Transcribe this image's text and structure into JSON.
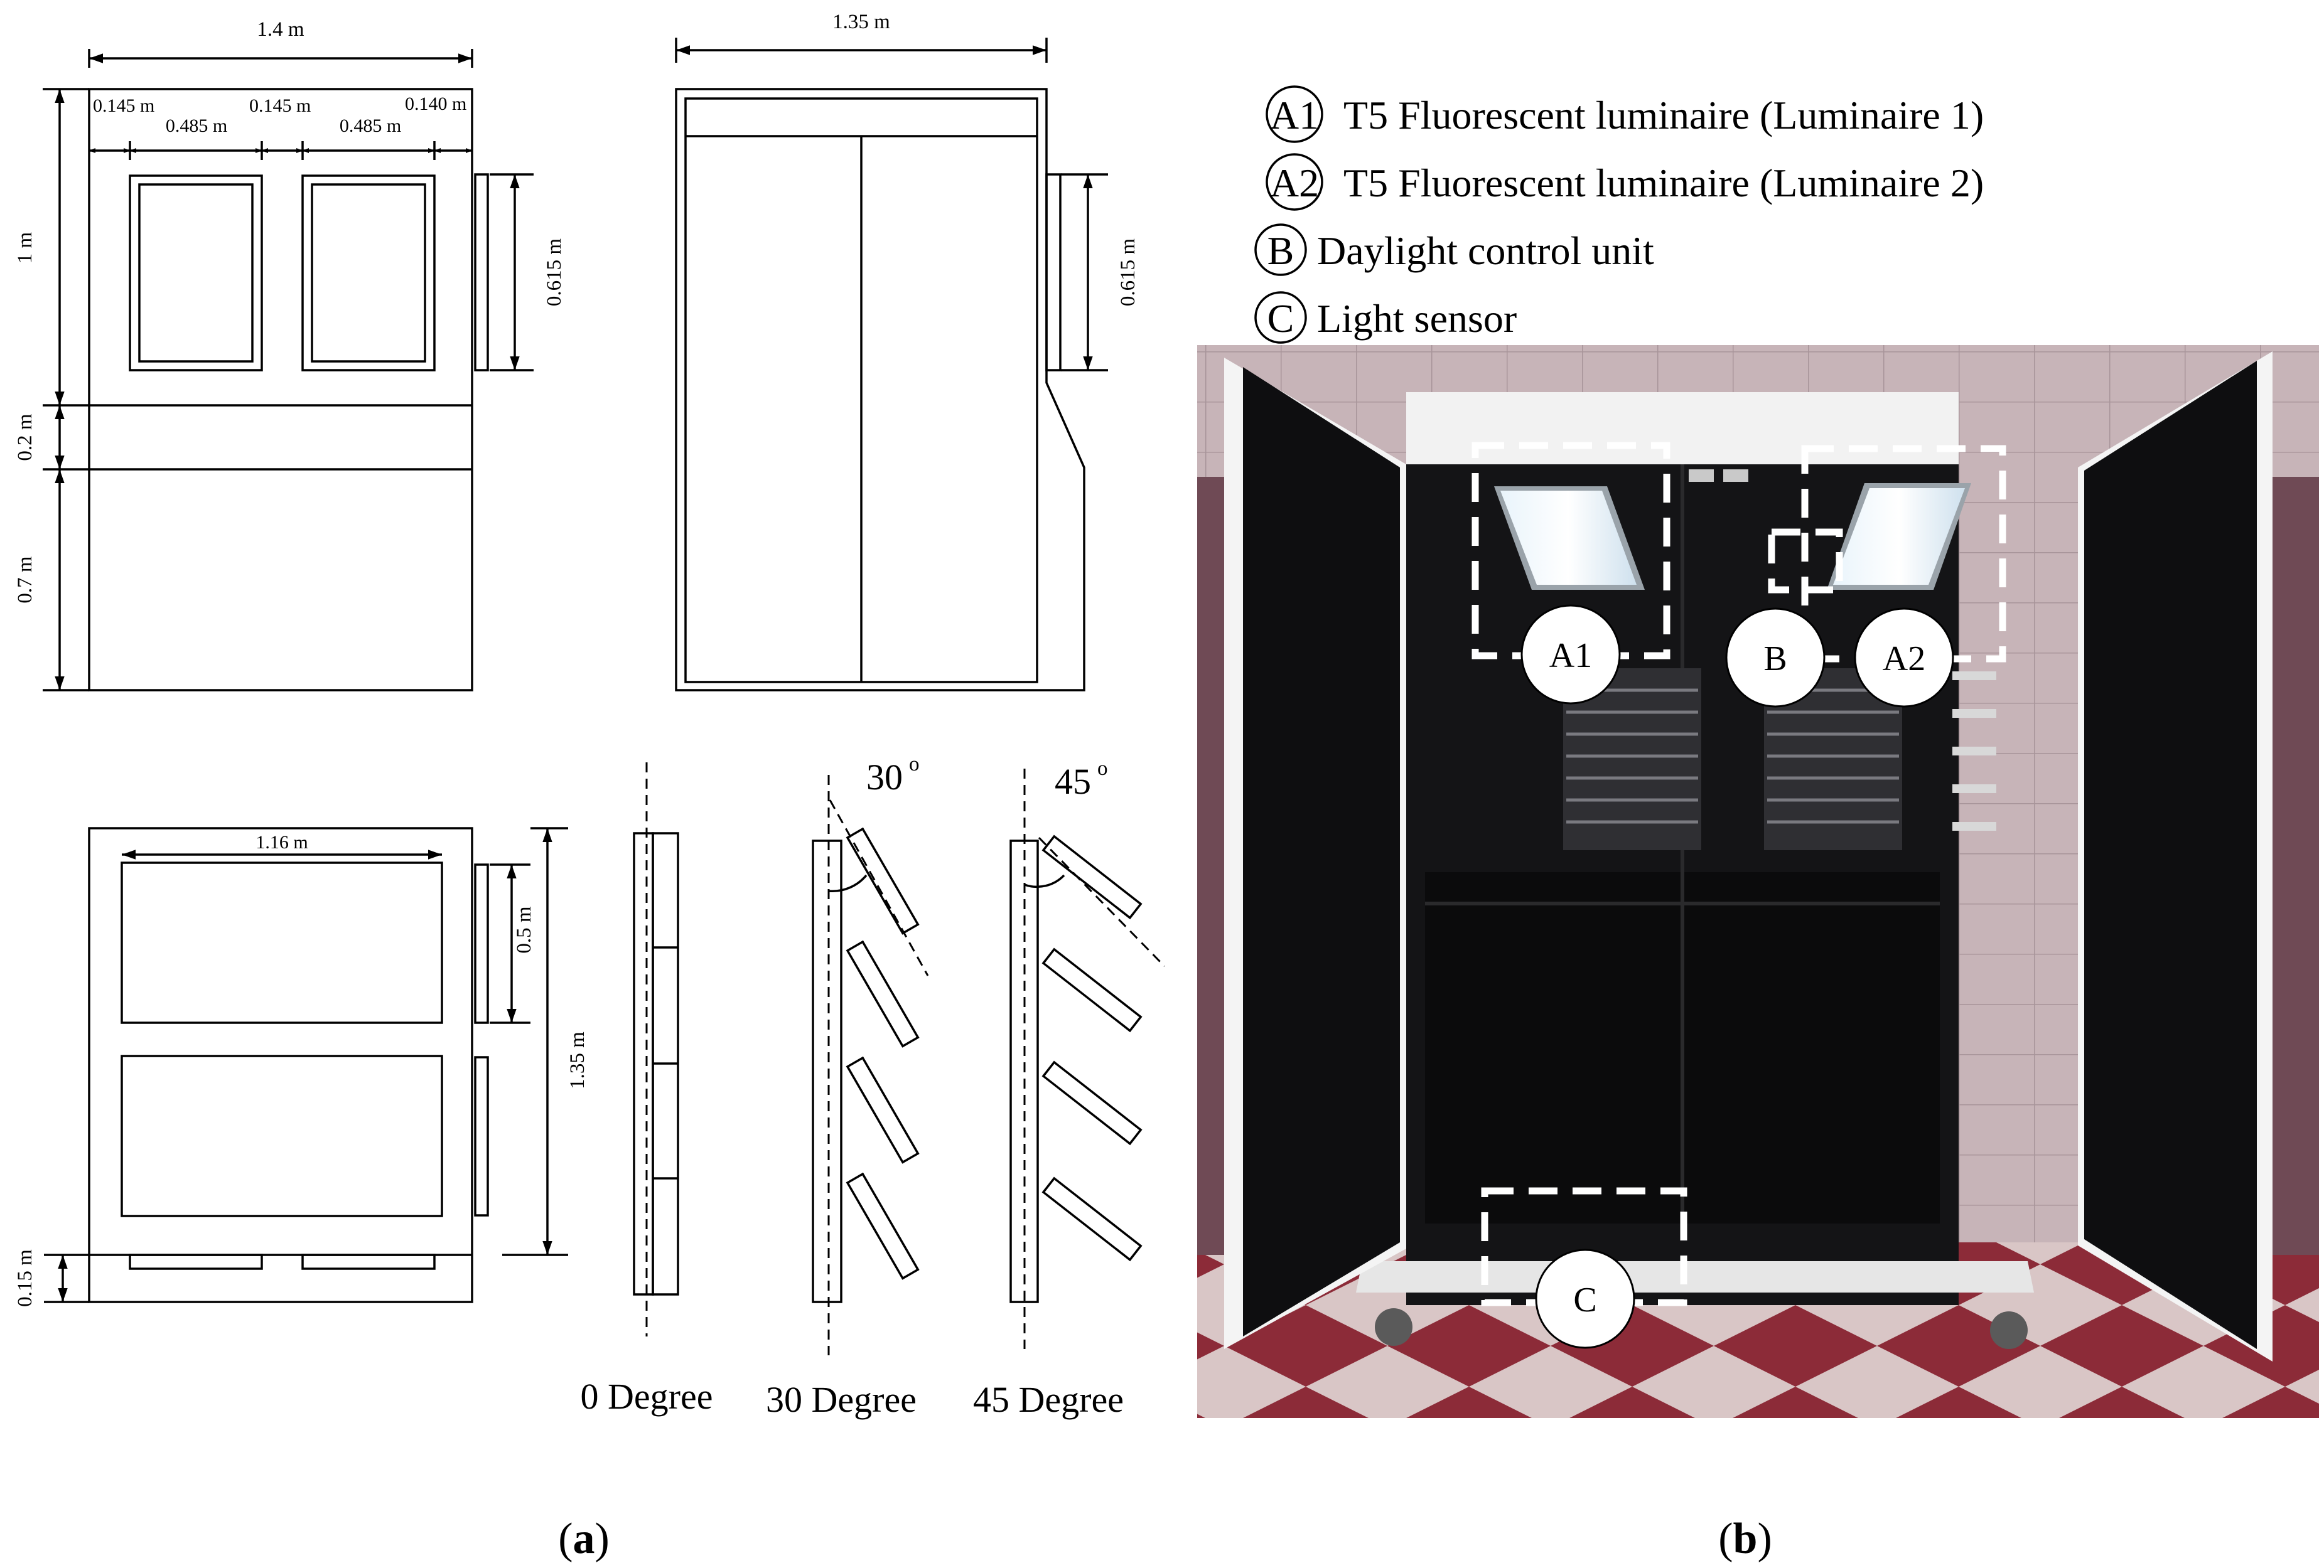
{
  "panel_a": {
    "label": "a",
    "front_view": {
      "width": "1.4 m",
      "frame_left": "0.145 m",
      "window_width_1": "0.485 m",
      "frame_mid": "0.145 m",
      "window_width_2": "0.485 m",
      "frame_right": "0.140 m",
      "window_height": "0.615 m",
      "upper_height": "1 m",
      "middle_height": "0.2 m",
      "lower_height": "0.7 m"
    },
    "side_view": {
      "depth": "1.35 m",
      "window_height": "0.615 m"
    },
    "plan_view": {
      "inner_width": "1.16 m",
      "window_height": "0.5 m",
      "depth": "1.35 m",
      "base_height": "0.15 m"
    },
    "louvers": {
      "angle_30": "30",
      "angle_45": "45",
      "degree_symbol": "o",
      "label_0": "0 Degree",
      "label_30": "30 Degree",
      "label_45": "45 Degree"
    }
  },
  "panel_b": {
    "label": "b",
    "legend": [
      {
        "symbol": "A1",
        "text": "T5 Fluorescent luminaire (Luminaire 1)"
      },
      {
        "symbol": "A2",
        "text": "T5 Fluorescent luminaire (Luminaire 2)"
      },
      {
        "symbol": "B",
        "text": "Daylight control unit"
      },
      {
        "symbol": "C",
        "text": "Light sensor"
      }
    ],
    "photo_markers": {
      "a1": "A1",
      "a2": "A2",
      "b": "B",
      "c": "C"
    }
  },
  "colors": {
    "floor_red": "#8c2b38",
    "floor_light": "#d9c6c6",
    "ceiling": "#c7b4b8",
    "cabinet_black": "#0e0e10",
    "frame_white": "#f4f4f4"
  }
}
